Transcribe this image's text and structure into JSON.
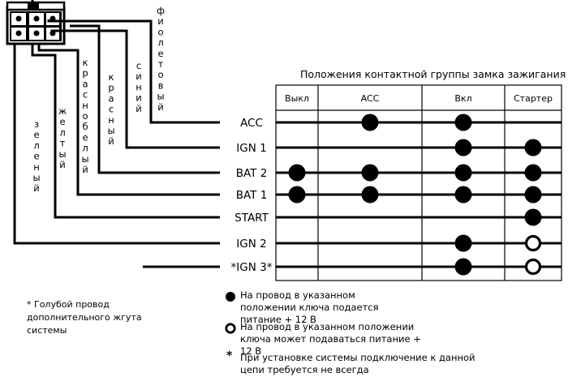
{
  "table": {
    "title": "Положения контактной группы замка зажигания",
    "columns": [
      "Выкл",
      "ACC",
      "Вкл",
      "Стартер"
    ],
    "rows": [
      {
        "label": "ACC",
        "states": [
          "",
          "filled",
          "filled",
          ""
        ]
      },
      {
        "label": "IGN 1",
        "states": [
          "",
          "",
          "filled",
          "filled"
        ]
      },
      {
        "label": "BAT 2",
        "states": [
          "filled",
          "filled",
          "filled",
          "filled"
        ]
      },
      {
        "label": "BAT 1",
        "states": [
          "filled",
          "filled",
          "filled",
          "filled"
        ]
      },
      {
        "label": "START",
        "states": [
          "",
          "",
          "",
          "filled"
        ]
      },
      {
        "label": "IGN 2",
        "states": [
          "",
          "",
          "filled",
          "open"
        ]
      },
      {
        "label": "*IGN 3*",
        "states": [
          "",
          "",
          "filled",
          "open"
        ]
      }
    ]
  },
  "wires": [
    {
      "color_name": "фиолетовый"
    },
    {
      "color_name": "синий"
    },
    {
      "color_name": "красный"
    },
    {
      "color_name": "краснобелый"
    },
    {
      "color_name": "желтый"
    },
    {
      "color_name": "зеленый"
    }
  ],
  "footnote": "* Голубой провод дополнительного жгута системы",
  "legend": [
    {
      "icon": "filled-dot-icon",
      "text": "На провод в указанном положении ключа подается питание + 12 В"
    },
    {
      "icon": "open-circle-icon",
      "text": "На провод в указанном положении ключа может подаваться питание + 12 В"
    },
    {
      "icon": "asterisk-icon",
      "symbol": "*",
      "text": "При установке системы подключение к данной цепи требуется не всегда"
    }
  ]
}
